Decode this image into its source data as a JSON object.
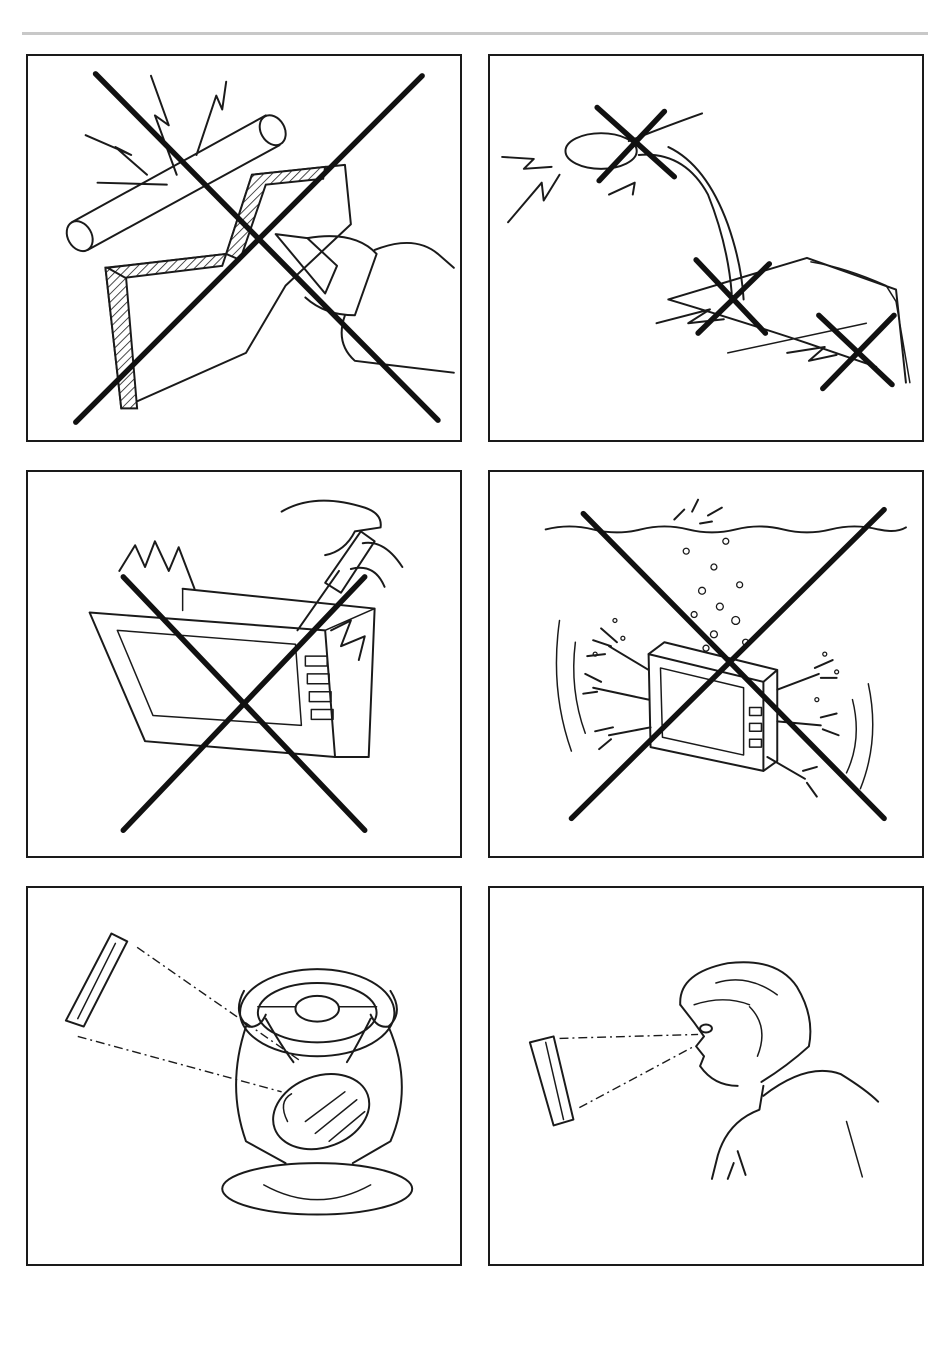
{
  "page": {
    "rule_color": "#c8c8c8",
    "ink_color": "#1a1a1a"
  },
  "panels": [
    {
      "id": "no-welding-near-unit",
      "prohibited": true,
      "icon": "welding-torch-icon"
    },
    {
      "id": "no-cable-damage",
      "prohibited": true,
      "icon": "cable-strain-icon"
    },
    {
      "id": "no-inserting-objects",
      "prohibited": true,
      "icon": "screwdriver-icon"
    },
    {
      "id": "no-water-exposure",
      "prohibited": true,
      "icon": "water-splash-icon"
    },
    {
      "id": "driver-view-monitor-position",
      "prohibited": false,
      "icon": "steering-wheel-icon"
    },
    {
      "id": "viewing-angle",
      "prohibited": false,
      "icon": "viewing-eye-icon"
    }
  ]
}
